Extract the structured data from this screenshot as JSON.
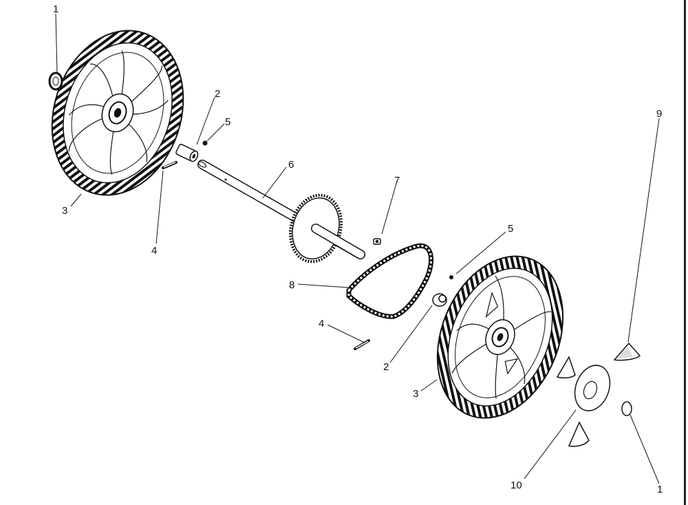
{
  "parts_diagram": {
    "callouts": [
      {
        "id": "c1-top",
        "label": "1"
      },
      {
        "id": "c1-bottom",
        "label": "1"
      },
      {
        "id": "c2-left",
        "label": "2"
      },
      {
        "id": "c2-right",
        "label": "2"
      },
      {
        "id": "c3-left",
        "label": "3"
      },
      {
        "id": "c3-right",
        "label": "3"
      },
      {
        "id": "c4-left",
        "label": "4"
      },
      {
        "id": "c4-right",
        "label": "4"
      },
      {
        "id": "c5-left",
        "label": "5"
      },
      {
        "id": "c5-right",
        "label": "5"
      },
      {
        "id": "c6",
        "label": "6"
      },
      {
        "id": "c7",
        "label": "7"
      },
      {
        "id": "c8",
        "label": "8"
      },
      {
        "id": "c9",
        "label": "9"
      },
      {
        "id": "c10",
        "label": "10"
      }
    ]
  }
}
